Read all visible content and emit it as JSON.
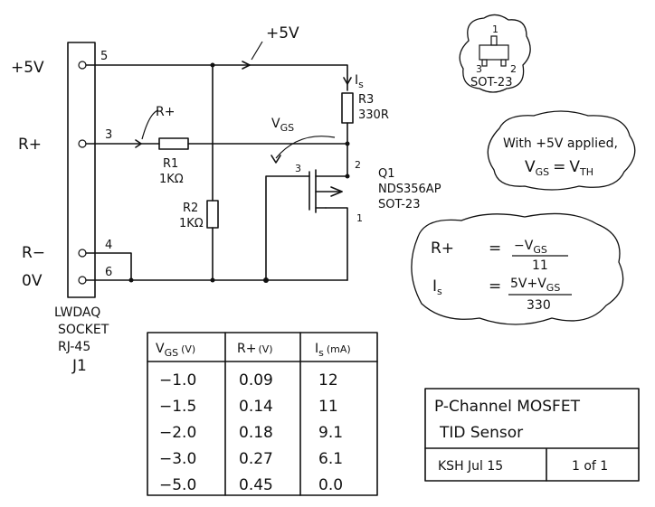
{
  "connector": {
    "pins": [
      {
        "label": "+5V",
        "num": "5"
      },
      {
        "label": "R+",
        "num": "3"
      },
      {
        "label": "R−",
        "num": "4"
      },
      {
        "label": "0V",
        "num": "6"
      }
    ],
    "name_lines": [
      "LWDAQ",
      "SOCKET",
      "RJ-45",
      "J1"
    ]
  },
  "rail_label": "+5V",
  "rplus_label": "R+",
  "resistors": [
    {
      "ref": "R1",
      "value": "1KΩ"
    },
    {
      "ref": "R2",
      "value": "1KΩ"
    },
    {
      "ref": "R3",
      "value": "330R"
    }
  ],
  "current_label": "I",
  "current_sub": "s",
  "vgs_label": "V",
  "vgs_sub": "GS",
  "transistor": {
    "ref": "Q1",
    "part": "NDS356AP",
    "package": "SOT-23",
    "pin_gate": "3",
    "pin_source": "2",
    "pin_drain": "1"
  },
  "sot23": {
    "pin_top": "1",
    "pin_left": "3",
    "pin_right": "2",
    "label": "SOT-23"
  },
  "note": {
    "line1": "With +5V applied,",
    "line2_lhs": "V",
    "line2_lhs_sub": "GS",
    "line2_eq": "=",
    "line2_rhs": "V",
    "line2_rhs_sub": "TH"
  },
  "formulas": [
    {
      "lhs": "R+",
      "eq": "=",
      "num": "−V",
      "num_sub": "GS",
      "den": "11"
    },
    {
      "lhs": "I",
      "lhs_sub": "s",
      "eq": "=",
      "num": "5V+V",
      "num_sub": "GS",
      "den": "330"
    }
  ],
  "table": {
    "headers": [
      {
        "main": "V",
        "sub": "GS",
        "unit": "(V)"
      },
      {
        "main": "R+",
        "sub": "",
        "unit": "(V)"
      },
      {
        "main": "I",
        "sub": "s",
        "unit": "(mA)"
      }
    ],
    "rows": [
      [
        "−1.0",
        "0.09",
        "12"
      ],
      [
        "−1.5",
        "0.14",
        "11"
      ],
      [
        "−2.0",
        "0.18",
        "9.1"
      ],
      [
        "−3.0",
        "0.27",
        "6.1"
      ],
      [
        "−5.0",
        "0.45",
        "0.0"
      ]
    ]
  },
  "title_block": {
    "line1": "P-Channel MOSFET",
    "line2": "TID Sensor",
    "author": "KSH Jul 15",
    "sheet": "1 of 1"
  }
}
